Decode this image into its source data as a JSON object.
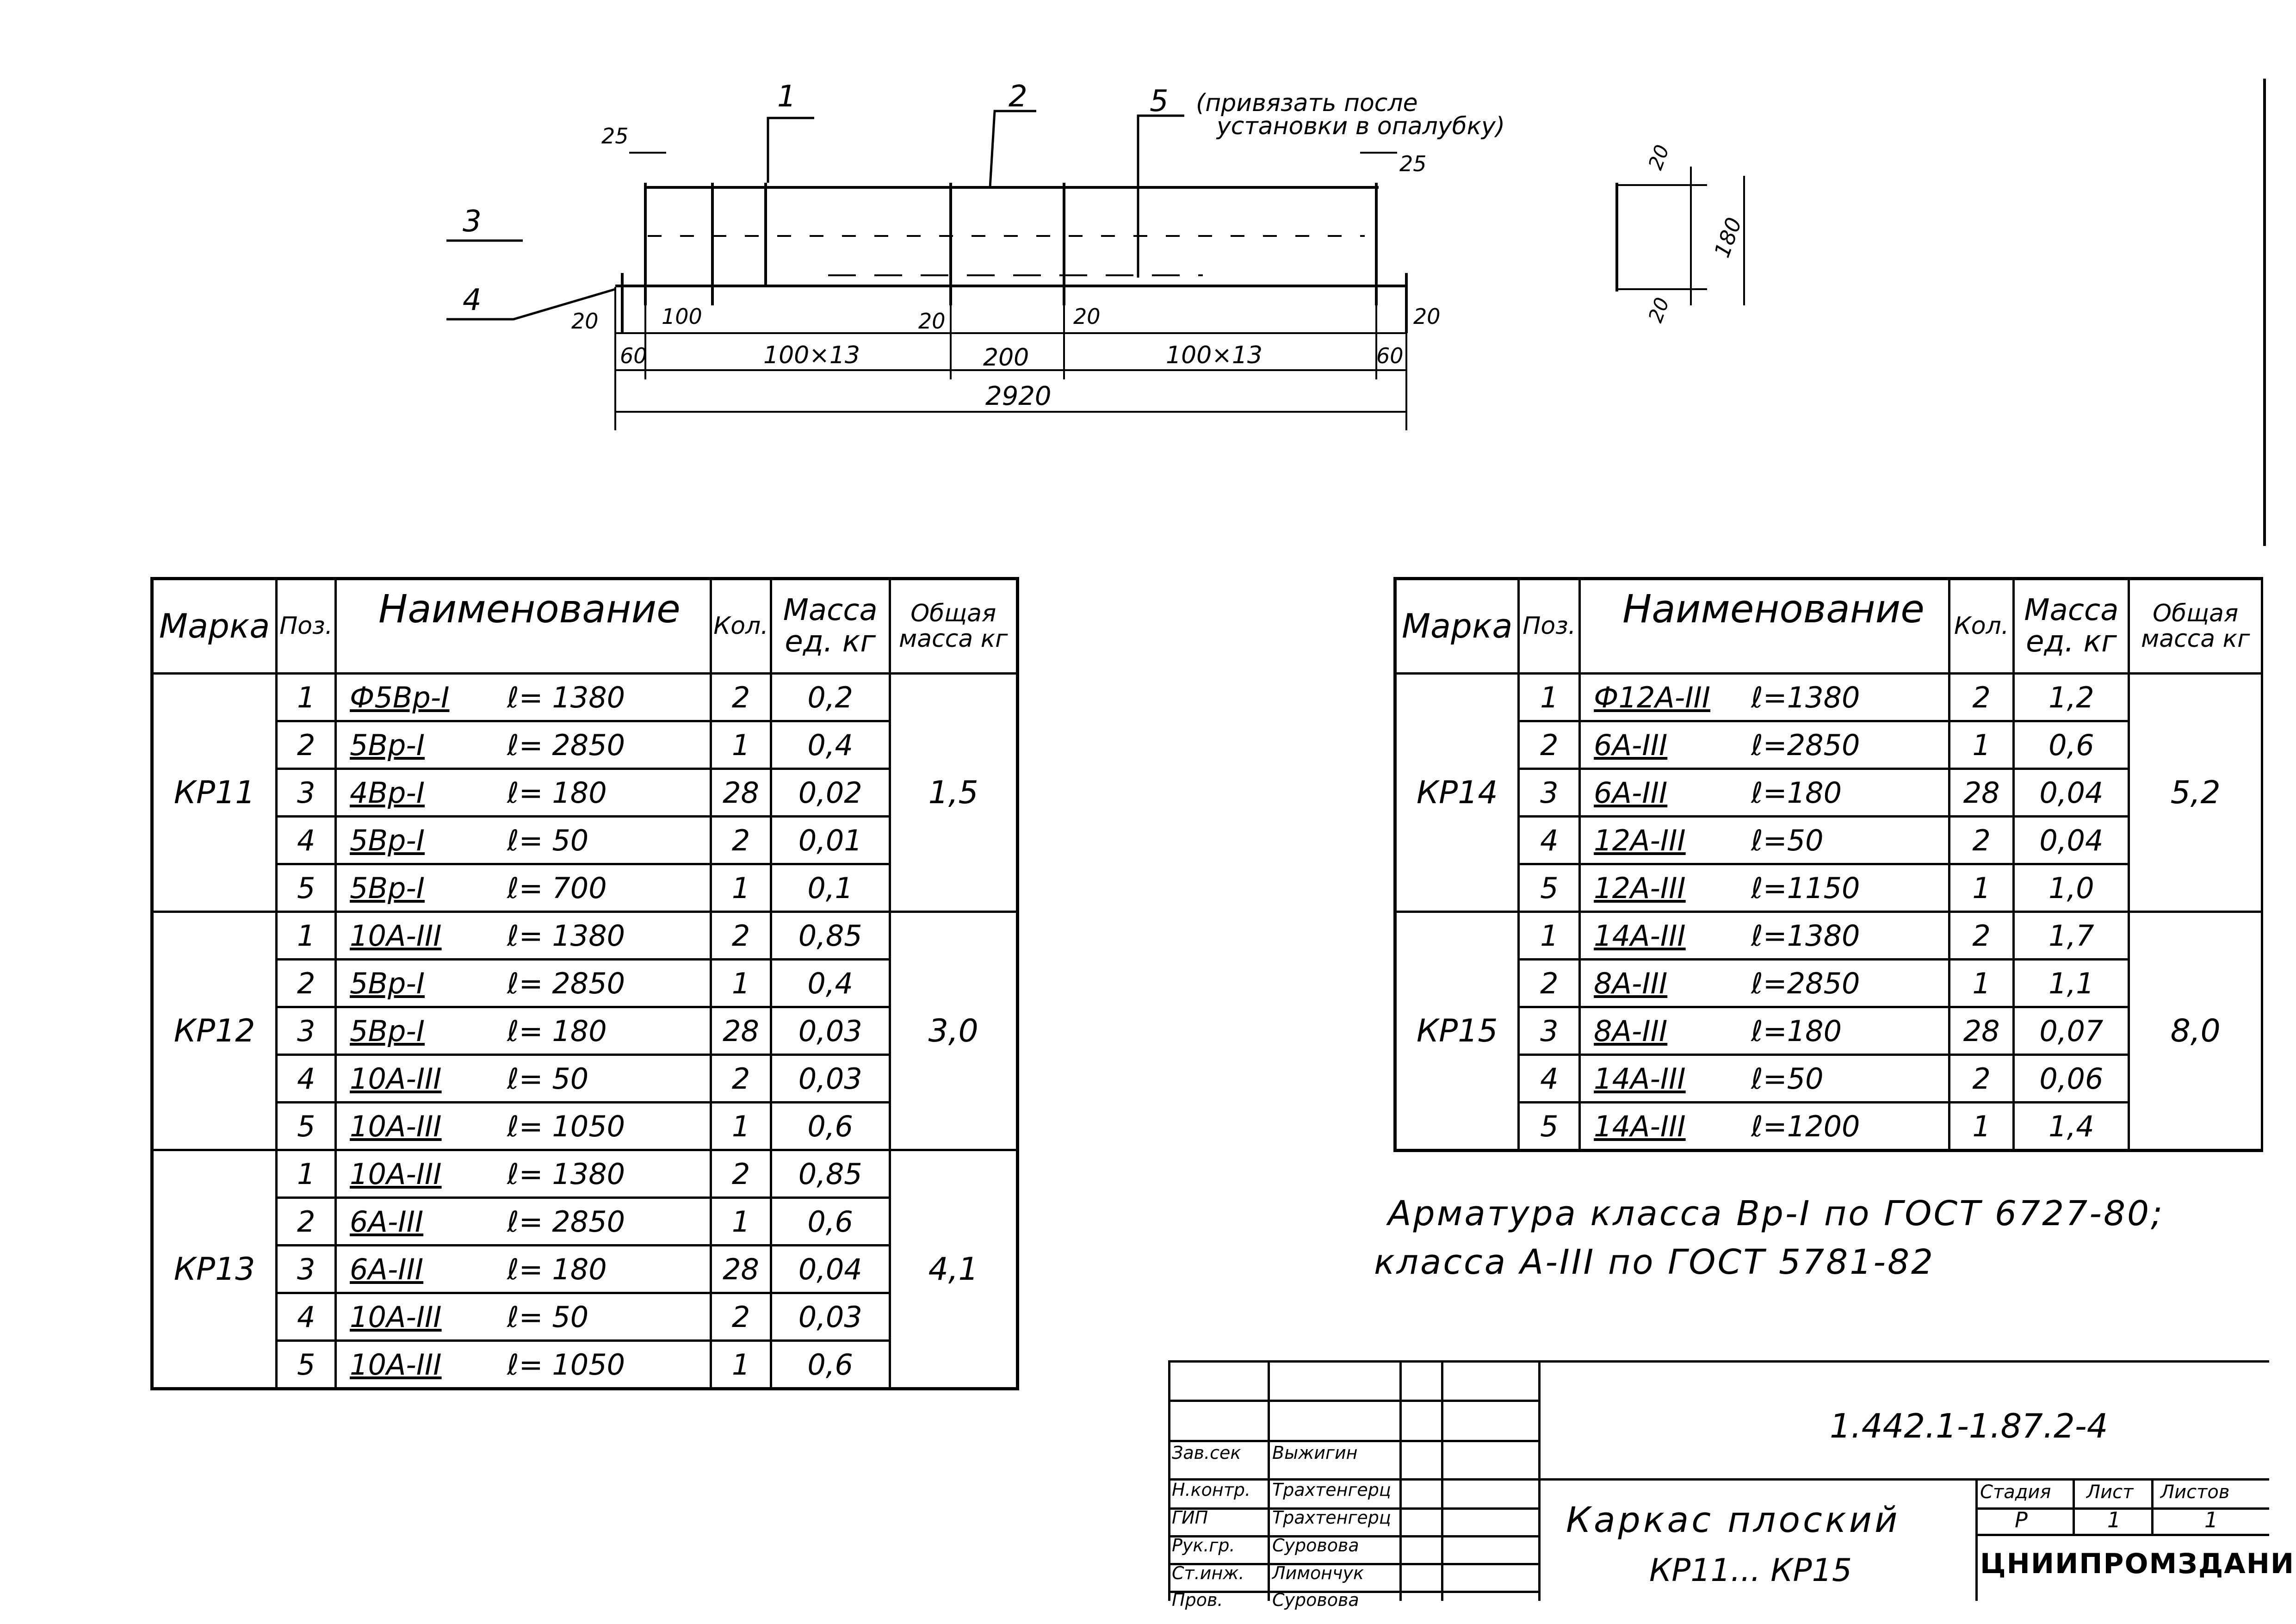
{
  "drawing": {
    "callouts": [
      "1",
      "2",
      "5"
    ],
    "callout5_note_line1": "(привязать после",
    "callout5_note_line2": "установки в опалубку)",
    "side_labels": [
      "3",
      "4"
    ],
    "dims": {
      "d25_left": "25",
      "d25_right": "25",
      "d20_a": "20",
      "d100": "100",
      "d20_b": "20",
      "d20_c": "20",
      "d20_d": "20",
      "d60_left": "60",
      "span1": "100×13",
      "d200": "200",
      "span2": "100×13",
      "d60_right": "60",
      "total": "2920"
    },
    "section": {
      "top": "20",
      "height": "180",
      "bottom": "20"
    }
  },
  "table1": {
    "headers": {
      "mark": "Марка",
      "pos": "Поз.",
      "name": "Наименование",
      "qty": "Кол.",
      "mass": "Масса ед. кг",
      "total": "Общая масса кг"
    },
    "groups": [
      {
        "mark": "КР11",
        "total": "1,5",
        "rows": [
          {
            "pos": "1",
            "name": "Ф5Вр-I",
            "len": "ℓ= 1380",
            "qty": "2",
            "mass": "0,2"
          },
          {
            "pos": "2",
            "name": "5Вр-I",
            "len": "ℓ= 2850",
            "qty": "1",
            "mass": "0,4"
          },
          {
            "pos": "3",
            "name": "4Вр-I",
            "len": "ℓ= 180",
            "qty": "28",
            "mass": "0,02"
          },
          {
            "pos": "4",
            "name": "5Вр-I",
            "len": "ℓ= 50",
            "qty": "2",
            "mass": "0,01"
          },
          {
            "pos": "5",
            "name": "5Вр-I",
            "len": "ℓ= 700",
            "qty": "1",
            "mass": "0,1"
          }
        ]
      },
      {
        "mark": "КР12",
        "total": "3,0",
        "rows": [
          {
            "pos": "1",
            "name": "10А-III",
            "len": "ℓ= 1380",
            "qty": "2",
            "mass": "0,85"
          },
          {
            "pos": "2",
            "name": "5Вр-I",
            "len": "ℓ= 2850",
            "qty": "1",
            "mass": "0,4"
          },
          {
            "pos": "3",
            "name": "5Вр-I",
            "len": "ℓ= 180",
            "qty": "28",
            "mass": "0,03"
          },
          {
            "pos": "4",
            "name": "10А-III",
            "len": "ℓ= 50",
            "qty": "2",
            "mass": "0,03"
          },
          {
            "pos": "5",
            "name": "10А-III",
            "len": "ℓ= 1050",
            "qty": "1",
            "mass": "0,6"
          }
        ]
      },
      {
        "mark": "КР13",
        "total": "4,1",
        "rows": [
          {
            "pos": "1",
            "name": "10А-III",
            "len": "ℓ= 1380",
            "qty": "2",
            "mass": "0,85"
          },
          {
            "pos": "2",
            "name": "6А-III",
            "len": "ℓ= 2850",
            "qty": "1",
            "mass": "0,6"
          },
          {
            "pos": "3",
            "name": "6А-III",
            "len": "ℓ= 180",
            "qty": "28",
            "mass": "0,04"
          },
          {
            "pos": "4",
            "name": "10А-III",
            "len": "ℓ= 50",
            "qty": "2",
            "mass": "0,03"
          },
          {
            "pos": "5",
            "name": "10А-III",
            "len": "ℓ= 1050",
            "qty": "1",
            "mass": "0,6"
          }
        ]
      }
    ]
  },
  "table2": {
    "headers": {
      "mark": "Марка",
      "pos": "Поз.",
      "name": "Наименование",
      "qty": "Кол.",
      "mass": "Масса ед. кг",
      "total": "Общая масса кг"
    },
    "groups": [
      {
        "mark": "КР14",
        "total": "5,2",
        "rows": [
          {
            "pos": "1",
            "name": "Ф12А-III",
            "len": "ℓ=1380",
            "qty": "2",
            "mass": "1,2"
          },
          {
            "pos": "2",
            "name": "6А-III",
            "len": "ℓ=2850",
            "qty": "1",
            "mass": "0,6"
          },
          {
            "pos": "3",
            "name": "6А-III",
            "len": "ℓ=180",
            "qty": "28",
            "mass": "0,04"
          },
          {
            "pos": "4",
            "name": "12А-III",
            "len": "ℓ=50",
            "qty": "2",
            "mass": "0,04"
          },
          {
            "pos": "5",
            "name": "12А-III",
            "len": "ℓ=1150",
            "qty": "1",
            "mass": "1,0"
          }
        ]
      },
      {
        "mark": "КР15",
        "total": "8,0",
        "rows": [
          {
            "pos": "1",
            "name": "14А-III",
            "len": "ℓ=1380",
            "qty": "2",
            "mass": "1,7"
          },
          {
            "pos": "2",
            "name": "8А-III",
            "len": "ℓ=2850",
            "qty": "1",
            "mass": "1,1"
          },
          {
            "pos": "3",
            "name": "8А-III",
            "len": "ℓ=180",
            "qty": "28",
            "mass": "0,07"
          },
          {
            "pos": "4",
            "name": "14А-III",
            "len": "ℓ=50",
            "qty": "2",
            "mass": "0,06"
          },
          {
            "pos": "5",
            "name": "14А-III",
            "len": "ℓ=1200",
            "qty": "1",
            "mass": "1,4"
          }
        ]
      }
    ]
  },
  "notes": {
    "line1": "Арматура класса Вр-I по ГОСТ 6727-80;",
    "line2": "класса А-III по ГОСТ 5781-82"
  },
  "title_block": {
    "doc_code": "1.442.1-1.87.2-4",
    "title_line1": "Каркас плоский",
    "title_line2": "КР11... КР15",
    "stage_label": "Стадия",
    "sheet_label": "Лист",
    "sheets_label": "Листов",
    "stage_value": "Р",
    "sheet_value": "1",
    "sheets_value": "1",
    "organization": "ЦНИИПРОМЗДАНИЙ",
    "signatures": [
      {
        "role": "Зав.сек",
        "name": "Выжигин"
      },
      {
        "role": "Н.контр.",
        "name": "Трахтенгерц"
      },
      {
        "role": "ГИП",
        "name": "Трахтенгерц"
      },
      {
        "role": "Рук.гр.",
        "name": "Суровова"
      },
      {
        "role": "Ст.инж.",
        "name": "Лимончук"
      },
      {
        "role": "Пров.",
        "name": "Суровова"
      }
    ]
  }
}
